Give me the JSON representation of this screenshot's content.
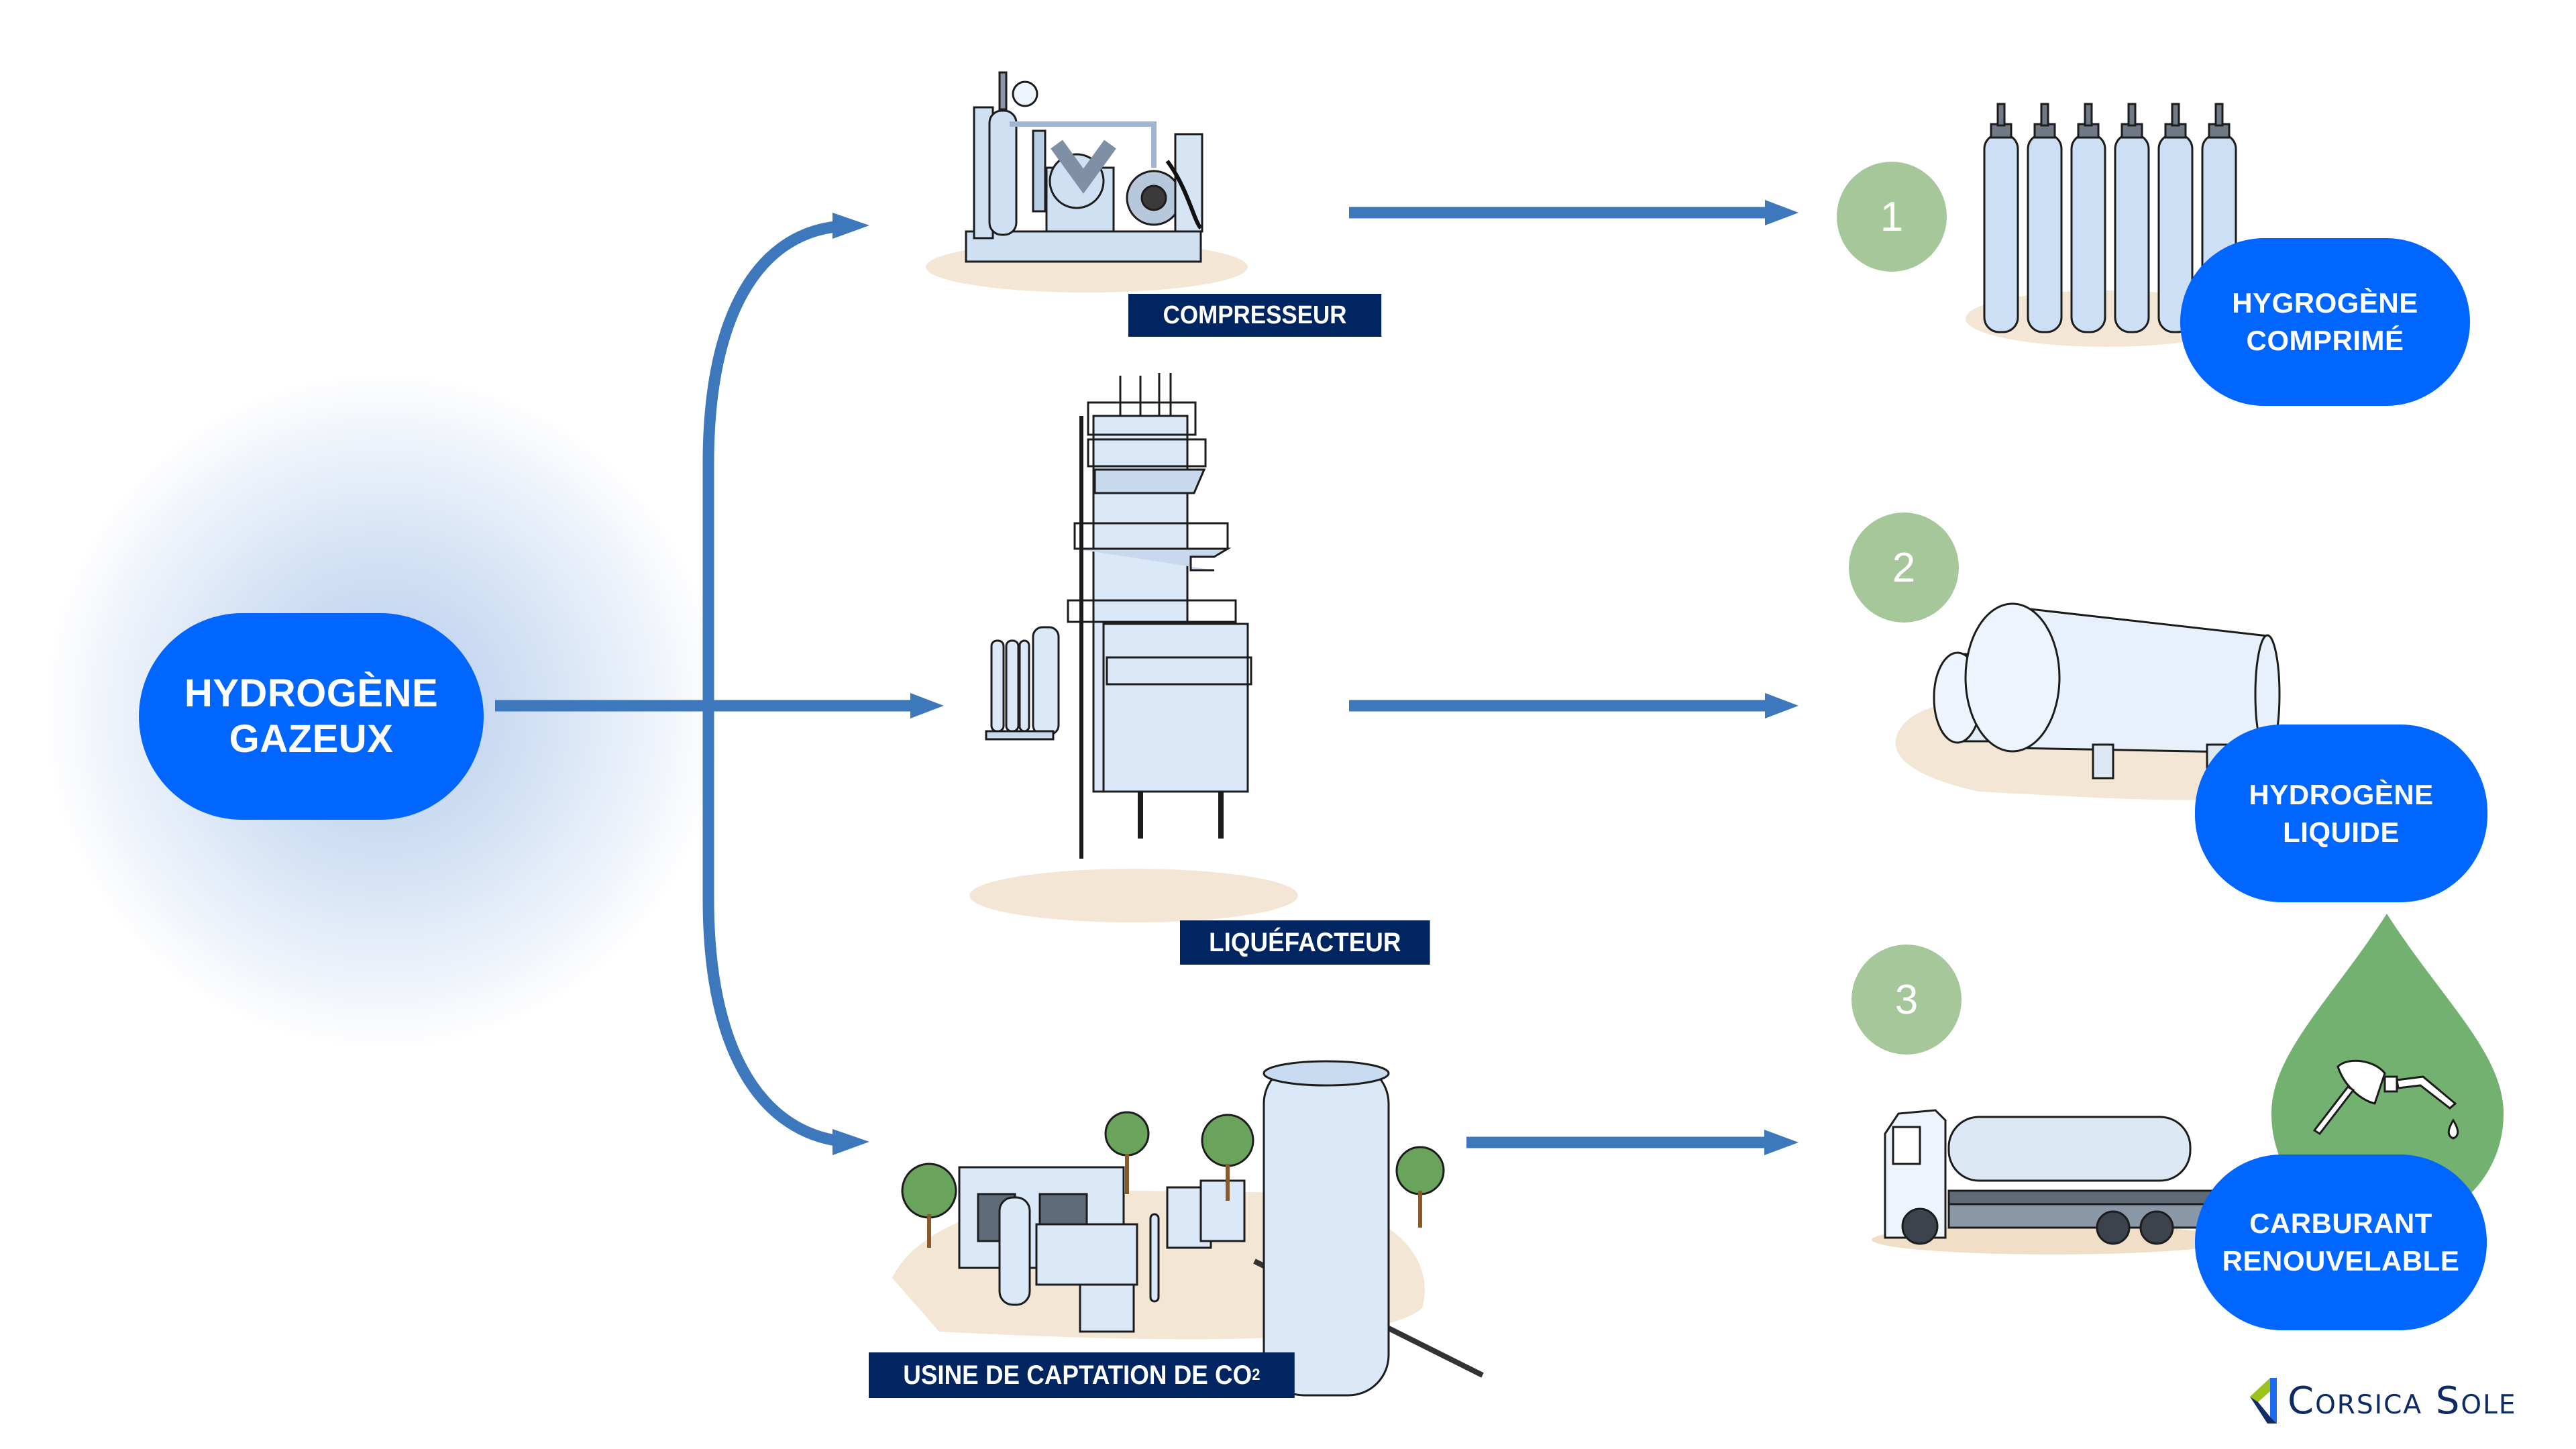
{
  "source": {
    "label": "HYDROGÈNE GAZEUX",
    "lines": [
      "HYDROGÈNE",
      "GAZEUX"
    ]
  },
  "processes": [
    {
      "id": "compresseur",
      "label": "COMPRESSEUR",
      "illustration": "compressor-illustration"
    },
    {
      "id": "liquefacteur",
      "label": "LIQUÉFACTEUR",
      "illustration": "liquefier-tower-illustration"
    },
    {
      "id": "co2",
      "label_main": "USINE DE CAPTATION DE CO",
      "label_sub": "2",
      "illustration": "co2-capture-plant-illustration"
    }
  ],
  "outputs": [
    {
      "number": "1",
      "lines": [
        "HYGROGÈNE",
        "COMPRIMÉ"
      ],
      "illustration": "gas-cylinders-illustration"
    },
    {
      "number": "2",
      "lines": [
        "HYDROGÈNE",
        "LIQUIDE"
      ],
      "illustration": "storage-tanks-illustration"
    },
    {
      "number": "3",
      "lines": [
        "CARBURANT",
        "RENOUVELABLE"
      ],
      "illustration": "tanker-truck-illustration",
      "badge_icon": "fuel-nozzle-drop-icon"
    }
  ],
  "logo": {
    "text": "Corsica Sole"
  },
  "colors": {
    "pill_blue": "#0066ff",
    "arrow_blue": "#3d78bd",
    "label_navy": "#002561",
    "step_green": "#a5c79a",
    "drop_green": "#72b16f",
    "glow_blue": "#c4d6ef"
  }
}
